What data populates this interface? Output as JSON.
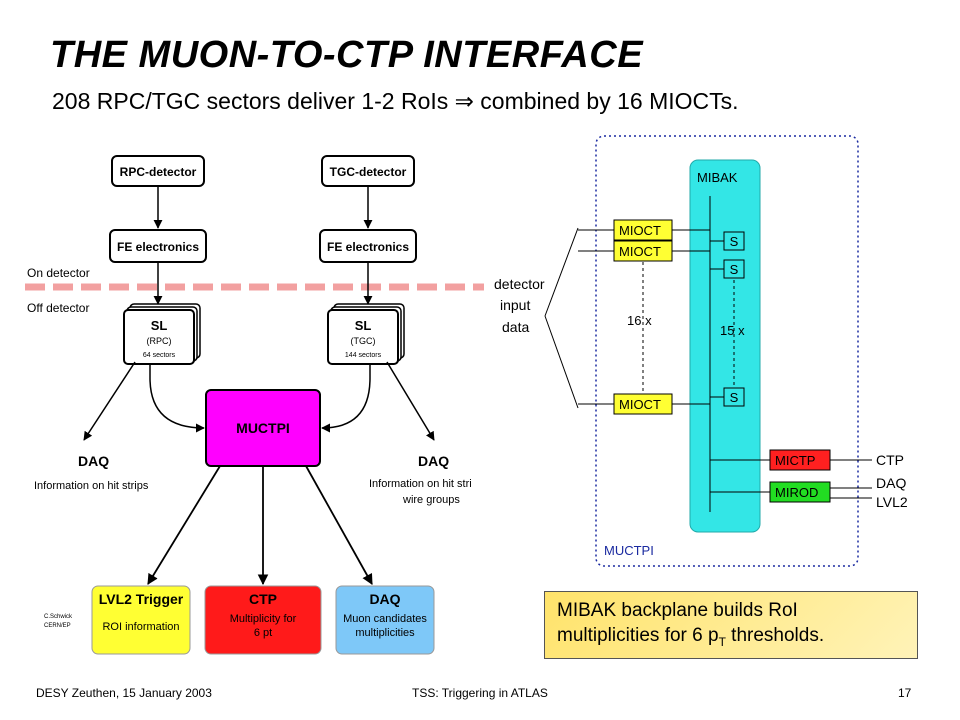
{
  "title": "THE MUON-TO-CTP INTERFACE",
  "subtitle": "208 RPC/TGC sectors deliver 1-2 RoIs ⇒ combined by 16 MIOCTs.",
  "left_diagram": {
    "rpc_detector": "RPC-detector",
    "tgc_detector": "TGC-detector",
    "fe_rpc": "FE electronics",
    "fe_tgc": "FE electronics",
    "on_detector": "On detector",
    "off_detector": "Off detector",
    "sl_rpc": {
      "title": "SL",
      "sub": "(RPC)",
      "sectors": "64 sectors"
    },
    "sl_tgc": {
      "title": "SL",
      "sub": "(TGC)",
      "sectors": "144 sectors"
    },
    "muctpi": "MUCTPI",
    "daq_left": {
      "title": "DAQ",
      "info": "Information on hit strips"
    },
    "daq_right": {
      "title": "DAQ",
      "info_line1": "Information on hit stri",
      "info_line2": "wire groups"
    },
    "lvl2": {
      "title": "LVL2 Trigger",
      "info": "ROI information"
    },
    "ctp": {
      "title": "CTP",
      "line1": "Multiplicity for",
      "line2": "6 pt"
    },
    "daq_bottom": {
      "title": "DAQ",
      "line1": "Muon candidates",
      "line2": "multiplicities"
    },
    "credit_line1": "C.Schwick",
    "credit_line2": "CERN/EP"
  },
  "right_diagram": {
    "detector_label": [
      "detector",
      "input",
      "data"
    ],
    "mibak": "MIBAK",
    "mioct": "MIOCT",
    "mioct_count": "16 x",
    "s_label": "S",
    "s_count": "15 x",
    "mictp": "MICTP",
    "mirod": "MIROD",
    "ctp": "CTP",
    "daq": "DAQ",
    "lvl2": "LVL2",
    "muctpi": "MUCTPI"
  },
  "note": {
    "line1": "MIBAK backplane builds RoI",
    "line2_pre": "multiplicities for 6 p",
    "line2_sub": "T",
    "line2_post": " thresholds."
  },
  "footer": {
    "left": "DESY Zeuthen, 15 January 2003",
    "center": "TSS: Triggering in ATLAS",
    "page": "17"
  },
  "colors": {
    "muctpi_magenta": "#ff00ff",
    "lvl2_yellow": "#ffff33",
    "ctp_red": "#ff1a1a",
    "daq_blue": "#7ec8f8",
    "mibak_cyan": "#33e6e6",
    "mioct_yellow": "#ffff33",
    "mictp_red": "#ff2020",
    "mirod_green": "#22dd22",
    "detector_line": "#f2a0a0",
    "muctpi_frame_text": "#1a2aa0"
  }
}
